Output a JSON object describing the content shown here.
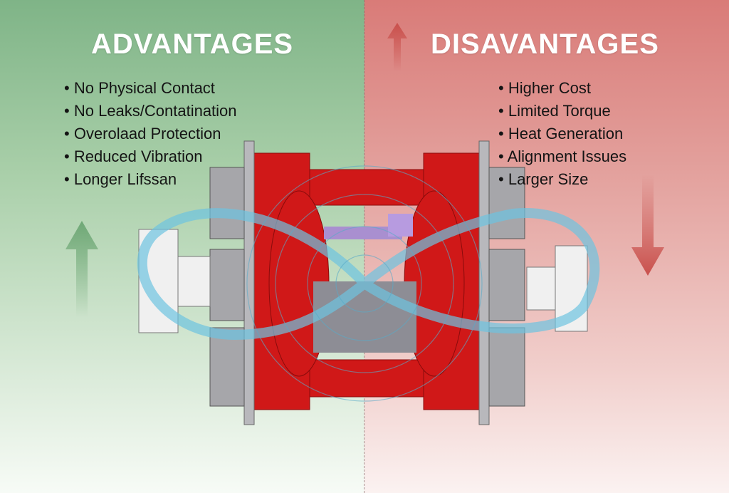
{
  "advantages": {
    "title": "ADVANTAGES",
    "items": [
      "No Physical Contact",
      "No Leaks/Contatination",
      "Overolaad Protection",
      "Reduced Vibration",
      "Longer Lifssan"
    ]
  },
  "disadvantages": {
    "title": "DISAVANTAGES",
    "items": [
      "Higher Cost",
      "Limited Torque",
      "Heat Generation",
      "Alignment Issues",
      "Larger Size"
    ]
  },
  "colors": {
    "advantage": "#7fb487",
    "disadvantage": "#d97b78",
    "housing": "#d21a1a",
    "field": "#6ec3e0"
  }
}
